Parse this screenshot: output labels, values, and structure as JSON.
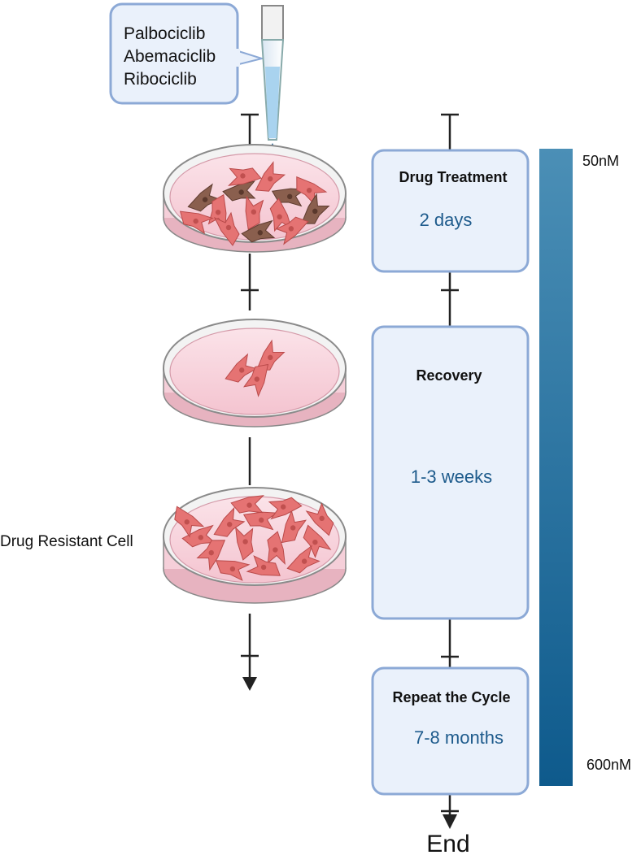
{
  "drug_callout": {
    "drugs": [
      "Palbociclib",
      "Abemaciclib",
      "Ribociclib"
    ]
  },
  "dishes": {
    "resistant_label": "Drug Resistant Cell"
  },
  "stages": [
    {
      "title": "Drug Treatment",
      "duration": "2 days"
    },
    {
      "title": "Recovery",
      "duration": "1-3 weeks"
    },
    {
      "title": "Repeat the Cycle",
      "duration": "7-8 months"
    }
  ],
  "concentration_bar": {
    "start_label": "50nM",
    "end_label": "600nM",
    "color_top": "#4b8fb6",
    "color_bottom": "#0e5a8c"
  },
  "timeline": {
    "end_label": "End"
  },
  "colors": {
    "box_fill": "#eaf1fb",
    "box_stroke": "#8ca9d6",
    "duration_text": "#1e5b8c",
    "cell_red": "#e06c6c",
    "cell_brown": "#7a5545",
    "media_pink": "#f7d3dc"
  },
  "icons": [
    "pipette-icon",
    "petri-dish-icon",
    "cell-icon",
    "arrow-down-icon"
  ]
}
